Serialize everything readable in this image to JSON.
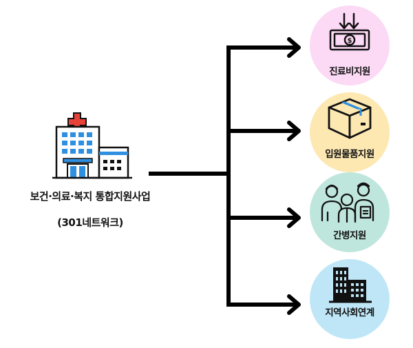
{
  "center": {
    "name": "보건·의료·복지 통합지원사업",
    "sub": "(301네트워크)"
  },
  "services": [
    {
      "label": "진료비지원",
      "icon": "money-icon",
      "color": "#fcd9f5"
    },
    {
      "label": "입원물품지원",
      "icon": "box-icon",
      "color": "#fde8b2"
    },
    {
      "label": "간병지원",
      "icon": "caregivers-icon",
      "color": "#bfe6dd"
    },
    {
      "label": "지역사회연계",
      "icon": "buildings-icon",
      "color": "#bfe6f7"
    }
  ],
  "colors": {
    "line": "#000000",
    "hospital_cross": "#e8413a",
    "hospital_window": "#2f8fe0"
  }
}
